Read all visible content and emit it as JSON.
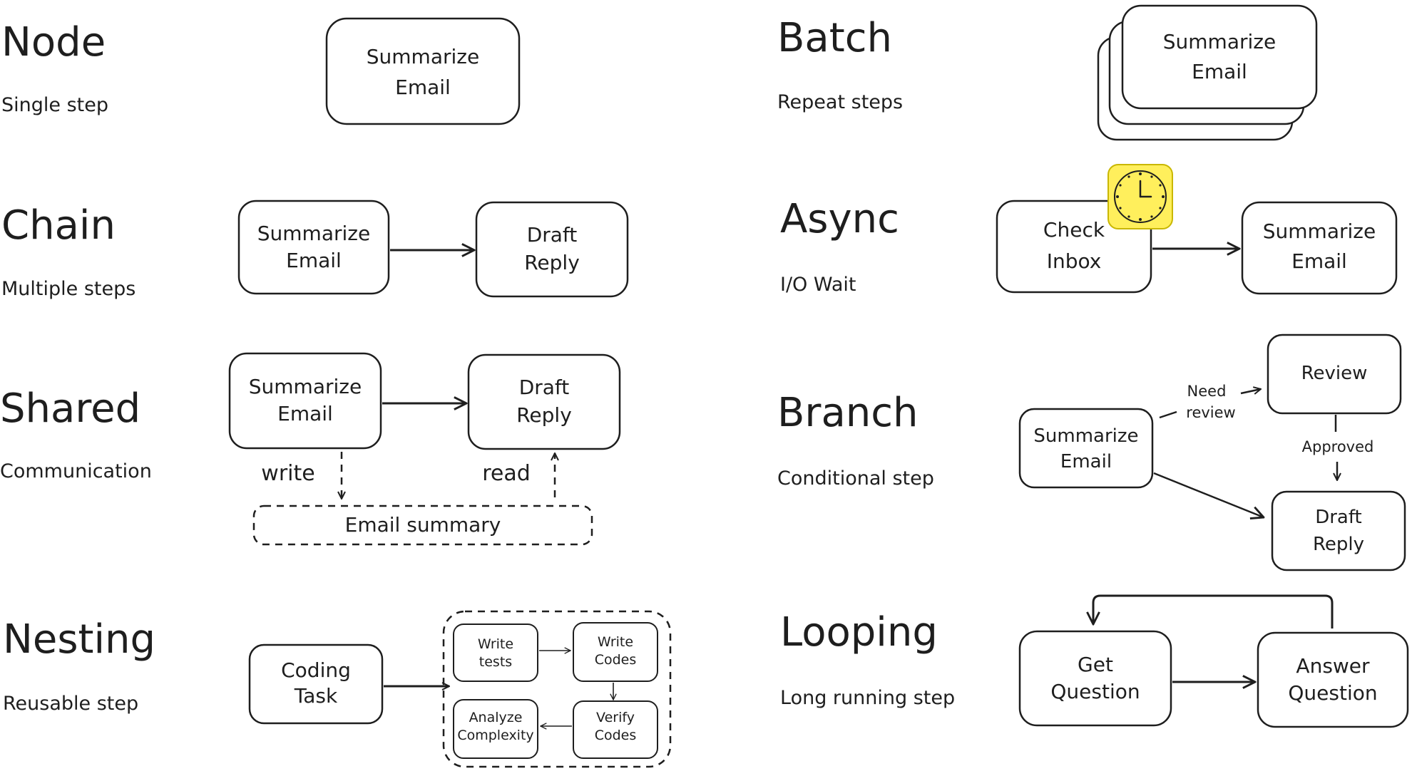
{
  "colors": {
    "ink": "#1e1e1e",
    "background": "#ffffff",
    "clock_face": "#ffef5c",
    "clock_border": "#c9b700"
  },
  "node": {
    "title": "Node",
    "subtitle": "Single step",
    "box": [
      "Summarize",
      "Email"
    ]
  },
  "batch": {
    "title": "Batch",
    "subtitle": "Repeat steps",
    "box": [
      "Summarize",
      "Email"
    ]
  },
  "chain": {
    "title": "Chain",
    "subtitle": "Multiple steps",
    "box1": [
      "Summarize",
      "Email"
    ],
    "box2": [
      "Draft",
      "Reply"
    ]
  },
  "async": {
    "title": "Async",
    "subtitle": "I/O Wait",
    "box1": [
      "Check",
      "Inbox"
    ],
    "box2": [
      "Summarize",
      "Email"
    ],
    "icon": "clock-icon"
  },
  "shared": {
    "title": "Shared",
    "subtitle": "Communication",
    "box1": [
      "Summarize",
      "Email"
    ],
    "box2": [
      "Draft",
      "Reply"
    ],
    "write": "write",
    "read": "read",
    "store": "Email summary"
  },
  "branch": {
    "title": "Branch",
    "subtitle": "Conditional step",
    "source": [
      "Summarize",
      "Email"
    ],
    "review": "Review",
    "draft": [
      "Draft",
      "Reply"
    ],
    "need": [
      "Need",
      "review"
    ],
    "approved": "Approved"
  },
  "nesting": {
    "title": "Nesting",
    "subtitle": "Reusable step",
    "task": [
      "Coding",
      "Task"
    ],
    "inner": {
      "write_tests": [
        "Write",
        "tests"
      ],
      "write_codes": [
        "Write",
        "Codes"
      ],
      "verify": [
        "Verify",
        "Codes"
      ],
      "analyze": [
        "Analyze",
        "Complexity"
      ]
    }
  },
  "looping": {
    "title": "Looping",
    "subtitle": "Long running step",
    "box1": [
      "Get",
      "Question"
    ],
    "box2": [
      "Answer",
      "Question"
    ]
  }
}
